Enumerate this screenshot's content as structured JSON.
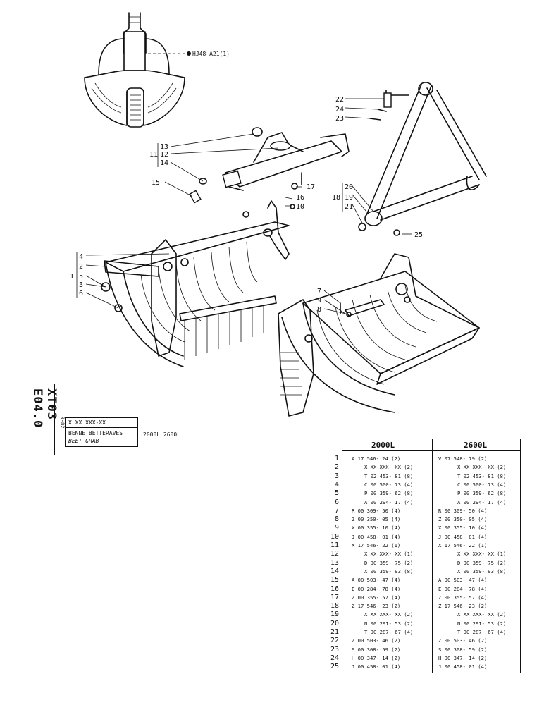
{
  "reference": "HJ48 A21(1)",
  "callouts": [
    "1",
    "2",
    "3",
    "4",
    "5",
    "6",
    "7",
    "8",
    "9",
    "10",
    "11",
    "12",
    "13",
    "14",
    "15",
    "16",
    "17",
    "18",
    "19",
    "20",
    "21",
    "22",
    "23",
    "24",
    "25"
  ],
  "title_block": {
    "code": "XT03 E04.0",
    "date": "9-82",
    "drawing_no": "X XX XXX-XX",
    "title_fr": "BENNE BETTERAVES",
    "title_en": "BEET GRAB",
    "capacities": "2000L  2600L"
  },
  "table": {
    "headers": [
      "2000L",
      "2600L"
    ],
    "rows": [
      {
        "n": "1",
        "a": "A 17 546- 24 (2)",
        "b": "V 07 548- 79 (2)"
      },
      {
        "n": "2",
        "a": "X XX XXX- XX (2)",
        "b": "X XX XXX- XX (2)"
      },
      {
        "n": "3",
        "a": "T 02 453- 81 (8)",
        "b": "T 02 453- 81 (8)"
      },
      {
        "n": "4",
        "a": "C 00 500- 73 (4)",
        "b": "C 00 500- 73 (4)"
      },
      {
        "n": "5",
        "a": "P 00 359- 62 (8)",
        "b": "P 00 359- 62 (8)"
      },
      {
        "n": "6",
        "a": "A 00 294- 17 (4)",
        "b": "A 00 294- 17 (4)"
      },
      {
        "n": "7",
        "a": "R 00 309- 50 (4)",
        "b": "R 00 309- 50 (4)"
      },
      {
        "n": "8",
        "a": "Z 00 350- 05 (4)",
        "b": "Z 00 350- 05 (4)"
      },
      {
        "n": "9",
        "a": "X 00 355- 10 (4)",
        "b": "X 00 355- 10 (4)"
      },
      {
        "n": "10",
        "a": "J 00 458- 01 (4)",
        "b": "J 00 458- 01 (4)"
      },
      {
        "n": "11",
        "a": "X 17 546- 22 (1)",
        "b": "X 17 546- 22 (1)"
      },
      {
        "n": "12",
        "a": "X XX XXX- XX (1)",
        "b": "X XX XXX- XX (1)"
      },
      {
        "n": "13",
        "a": "D 00 359- 75 (2)",
        "b": "D 00 359- 75 (2)"
      },
      {
        "n": "14",
        "a": "X 00 359- 93 (8)",
        "b": "X 00 359- 93 (8)"
      },
      {
        "n": "15",
        "a": "A 00 503- 47 (4)",
        "b": "A 00 503- 47 (4)"
      },
      {
        "n": "16",
        "a": "E 00 284- 78 (4)",
        "b": "E 00 284- 78 (4)"
      },
      {
        "n": "17",
        "a": "Z 00 355- 57 (4)",
        "b": "Z 00 355- 57 (4)"
      },
      {
        "n": "18",
        "a": "Z 17 546- 23 (2)",
        "b": "Z 17 546- 23 (2)"
      },
      {
        "n": "19",
        "a": "X XX XXX- XX (2)",
        "b": "X XX XXX- XX (2)"
      },
      {
        "n": "20",
        "a": "N 00 291- 53 (2)",
        "b": "N 00 291- 53 (2)"
      },
      {
        "n": "21",
        "a": "T 00 287- 67 (4)",
        "b": "T 00 287- 67 (4)"
      },
      {
        "n": "22",
        "a": "Z 00 503- 46 (2)",
        "b": "Z 00 503- 46 (2)"
      },
      {
        "n": "23",
        "a": "S 00 308- 59 (2)",
        "b": "S 00 308- 59 (2)"
      },
      {
        "n": "24",
        "a": "H 00 347- 14 (2)",
        "b": "H 00 347- 14 (2)"
      },
      {
        "n": "25",
        "a": "J 00 458- 01 (4)",
        "b": "J 00 458- 01 (4)"
      }
    ]
  }
}
